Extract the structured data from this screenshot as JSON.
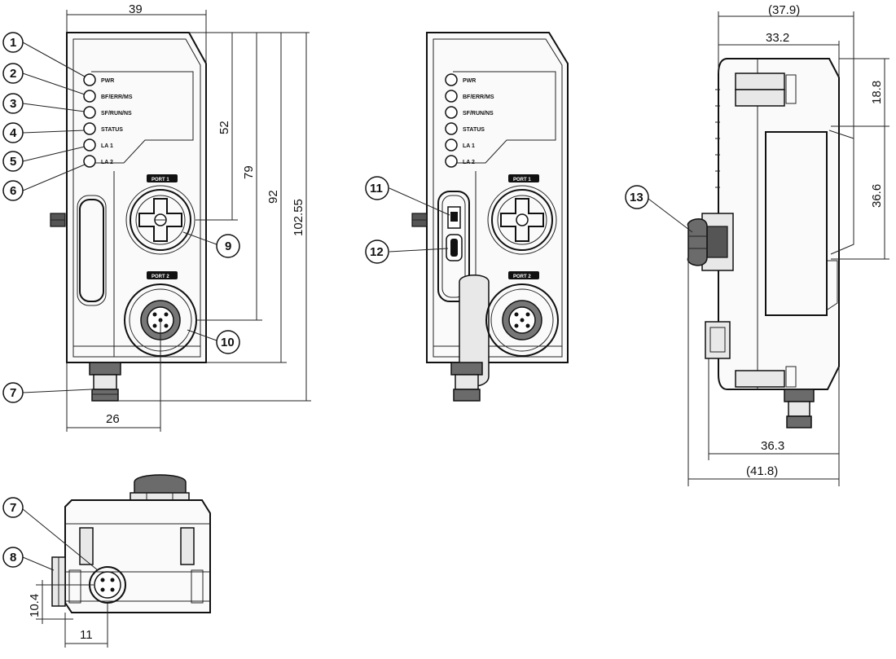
{
  "dimensions": {
    "front_width": "39",
    "v52": "52",
    "v79": "79",
    "v92": "92",
    "v10255": "102.55",
    "w26": "26",
    "side_total_top": "(37.9)",
    "side_top": "33.2",
    "v188": "18.8",
    "v366": "36.6",
    "w363": "36.3",
    "w418": "(41.8)",
    "bottom_h": "10.4",
    "bottom_w": "11"
  },
  "led_labels": [
    "PWR",
    "BF/ERR/MS",
    "SF/RUN/NS",
    "STATUS",
    "LA 1",
    "LA 2"
  ],
  "port_labels": [
    "PORT 1",
    "PORT 2"
  ],
  "callouts": [
    "1",
    "2",
    "3",
    "4",
    "5",
    "6",
    "7",
    "8",
    "9",
    "10",
    "11",
    "12",
    "13"
  ]
}
